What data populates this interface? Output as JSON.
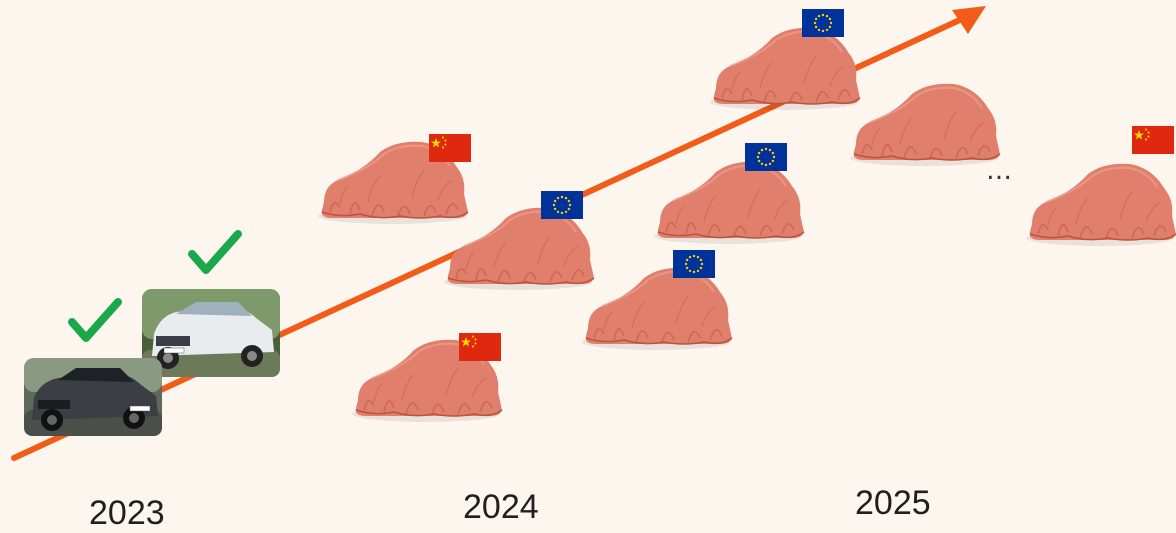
{
  "timeline": {
    "arrow_color": "#f25c19",
    "years": [
      "2023",
      "2024",
      "2025"
    ],
    "more_indicator": "…"
  },
  "released_models": [
    {
      "name": "suv-dark",
      "status": "released",
      "check_color": "#1aa84a"
    },
    {
      "name": "suv-white",
      "status": "released",
      "check_color": "#1aa84a"
    }
  ],
  "upcoming_models": [
    {
      "market": "china",
      "year": "2024"
    },
    {
      "market": "eu",
      "year": "2024"
    },
    {
      "market": "china",
      "year": "2024"
    },
    {
      "market": "eu",
      "year": "2024"
    },
    {
      "market": "eu",
      "year": "2024"
    },
    {
      "market": "eu",
      "year": "2025"
    },
    {
      "market": "none",
      "year": "2025"
    },
    {
      "market": "china",
      "year": "2025"
    }
  ],
  "colors": {
    "car_cover": "#e07f6c",
    "car_cover_dark": "#c9614e",
    "china_flag": "#de2910",
    "china_star": "#ffde00",
    "eu_flag": "#003399",
    "eu_star": "#ffcc00"
  },
  "icons": [
    "checkmark-icon",
    "china-flag-icon",
    "eu-flag-icon",
    "covered-car-icon",
    "arrow-icon"
  ]
}
